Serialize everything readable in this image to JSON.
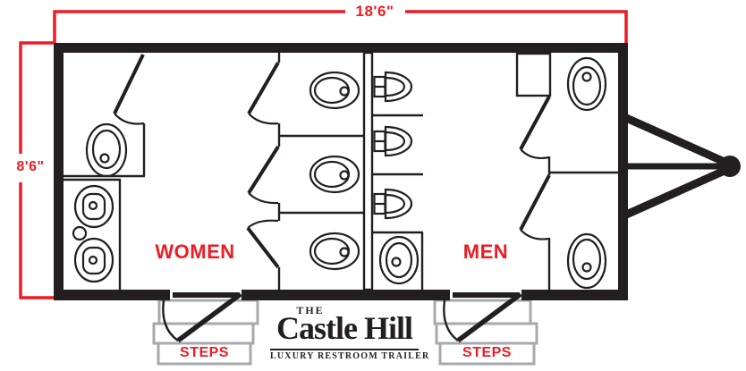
{
  "title": "Castle Hill luxury restroom trailer floor plan",
  "dimensions": {
    "top_label": "18'6\"",
    "left_label": "8'6\""
  },
  "rooms": {
    "women_label": "WOMEN",
    "men_label": "MEN"
  },
  "entrances": {
    "left_steps_label": "STEPS",
    "right_steps_label": "STEPS"
  },
  "logo": {
    "prefix": "THE",
    "name": "Castle Hill",
    "tagline": "LUXURY RESTROOM TRAILER"
  },
  "fixtures": {
    "women": {
      "toilets": 4,
      "sinks": 2,
      "stalls": 4
    },
    "men": {
      "toilets": 2,
      "urinals": 3,
      "sinks": 1,
      "stalls": 2
    }
  },
  "colors": {
    "accent_red": "#ED1C24",
    "line_black": "#231F20",
    "steps_gray": "#A7A9AC"
  }
}
